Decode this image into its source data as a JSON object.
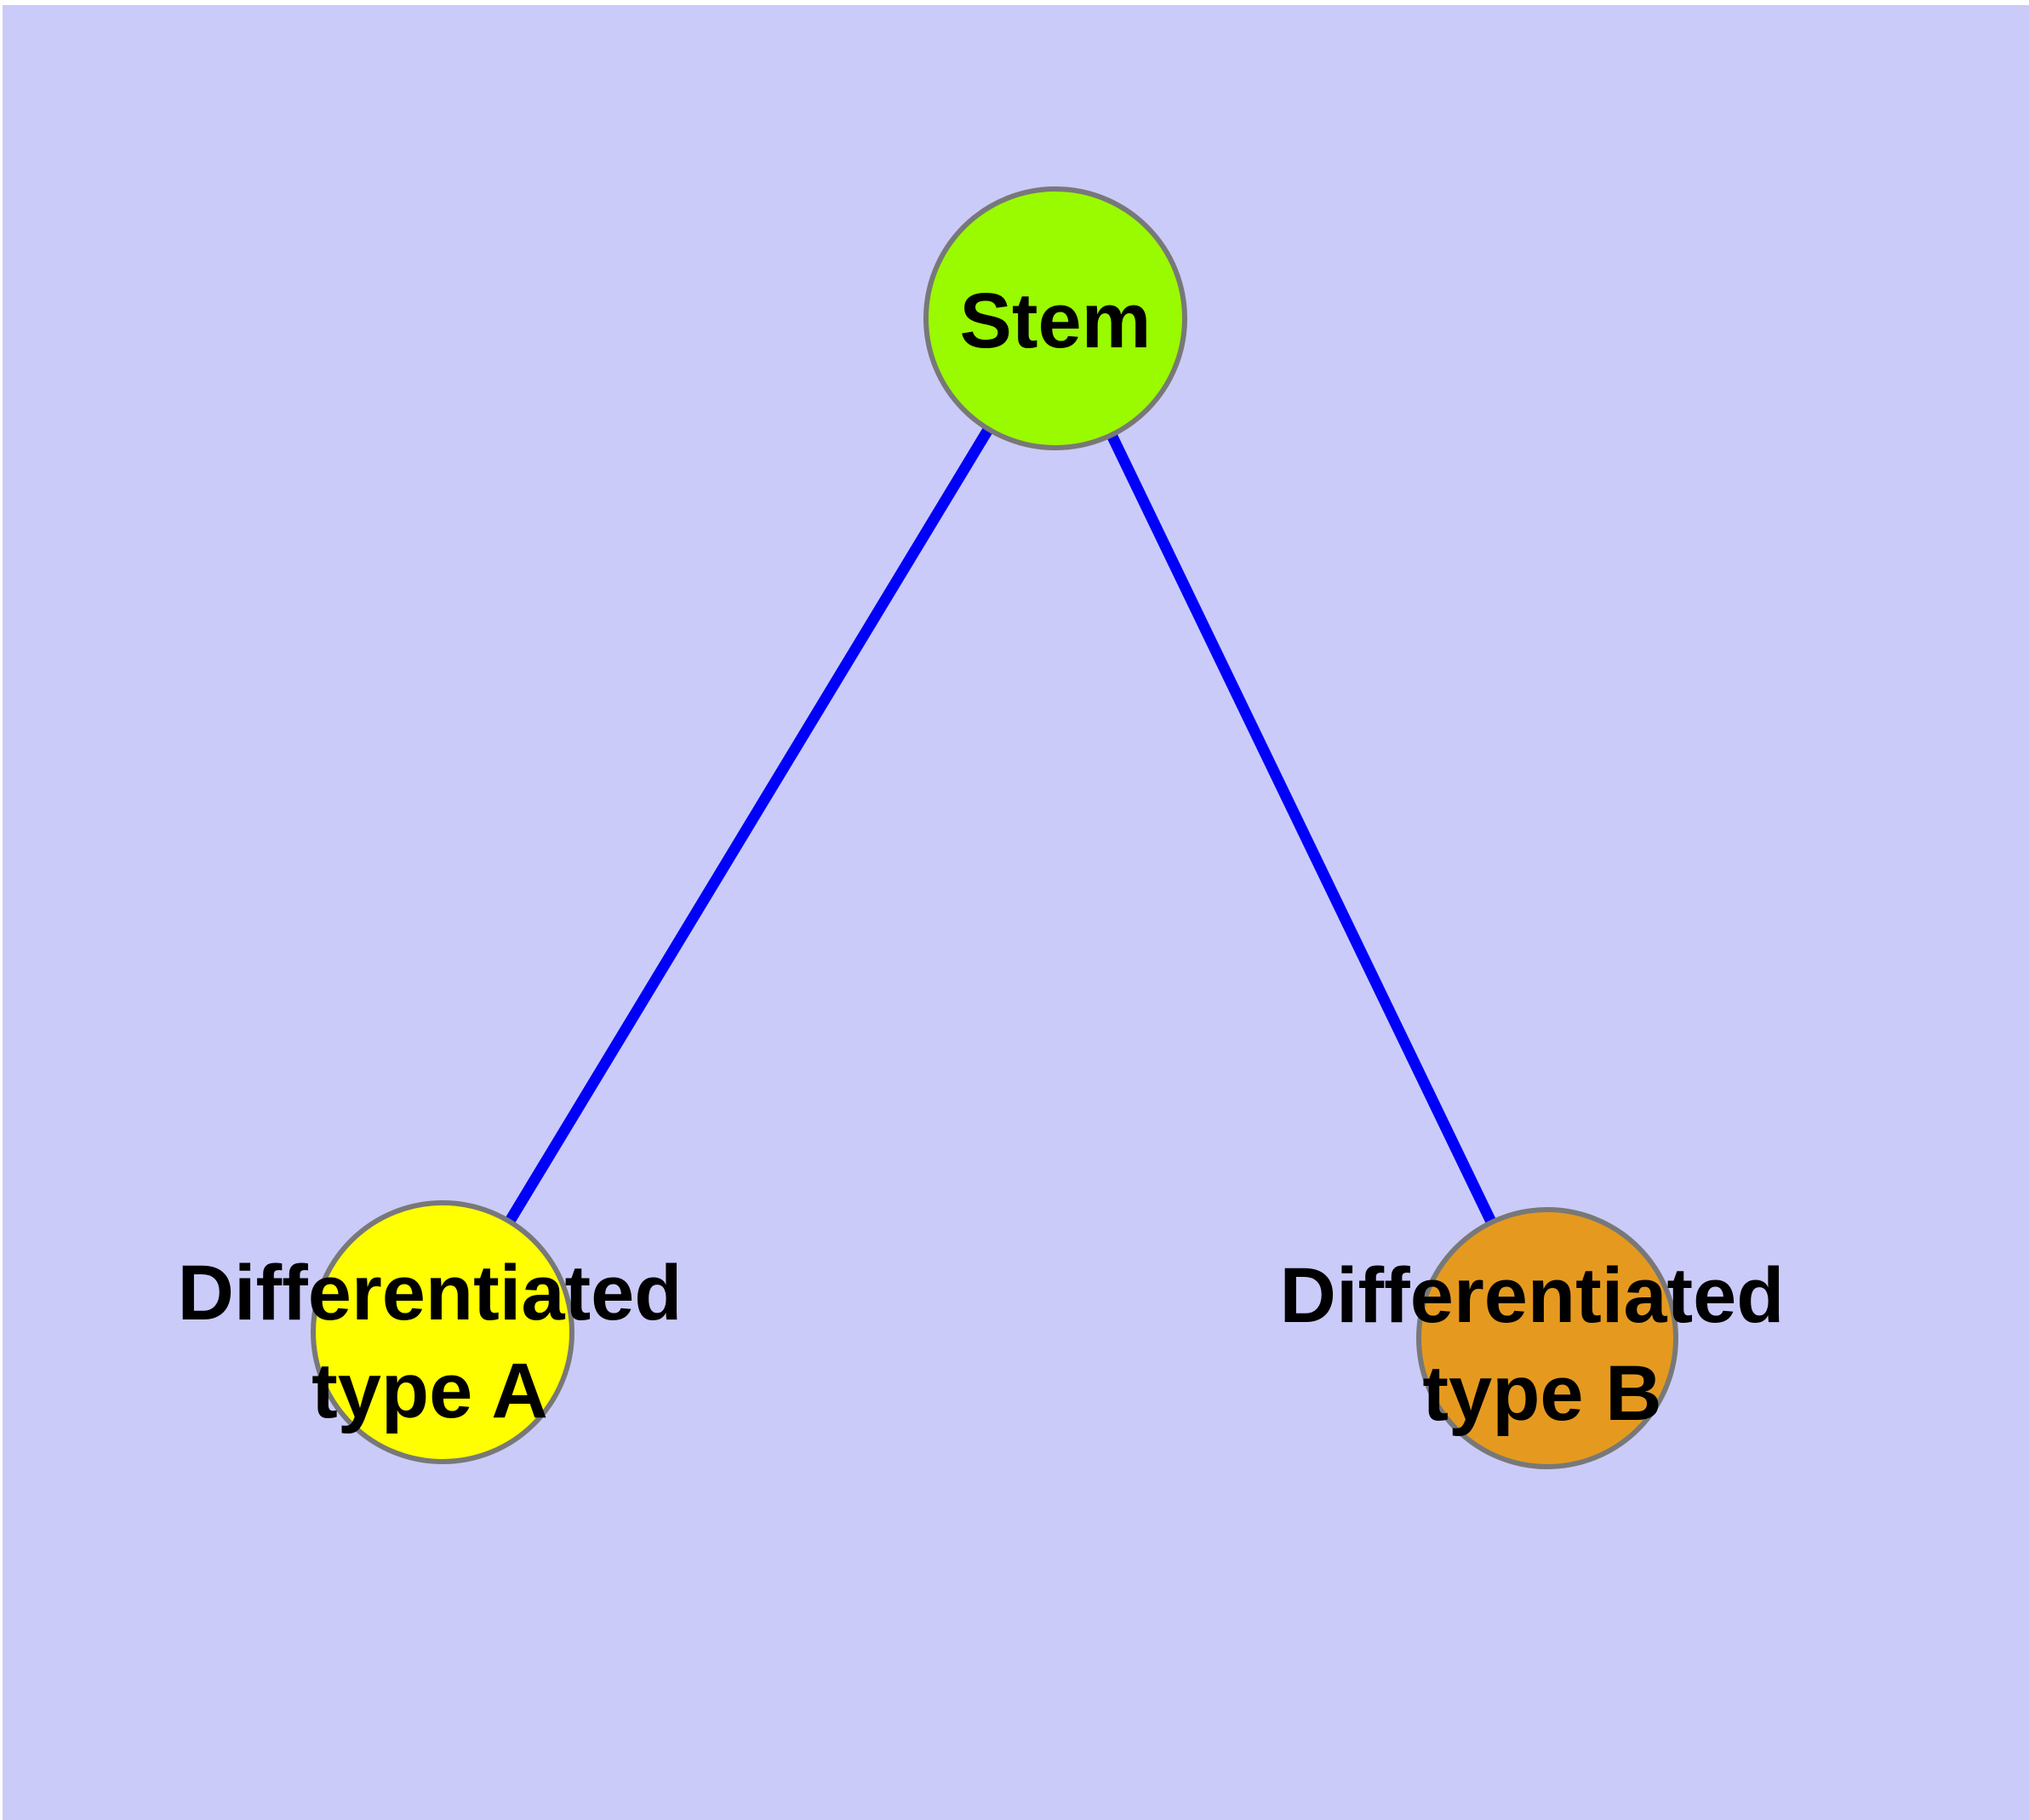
{
  "diagram": {
    "title": "",
    "page_background": "#FFFFFF",
    "canvas_background": "#CBCBF9",
    "edge_color": "#0000FA",
    "node_border_color": "#787878",
    "text_color": "#000000",
    "nodes": [
      {
        "id": "stem",
        "label": "Stem",
        "fill": "#9AFA00",
        "position": "top-center"
      },
      {
        "id": "differentiated-type-a",
        "label_line1": "Differentiated",
        "label_line2": "type A",
        "fill": "#FFFF00",
        "position": "bottom-left"
      },
      {
        "id": "differentiated-type-b",
        "label_line1": "Differentiated",
        "label_line2": "type B",
        "fill": "#E59A1F",
        "position": "bottom-right"
      }
    ],
    "edges": [
      {
        "from": "Stem",
        "to": "Differentiated type A"
      },
      {
        "from": "Stem",
        "to": "Differentiated type B"
      }
    ]
  }
}
